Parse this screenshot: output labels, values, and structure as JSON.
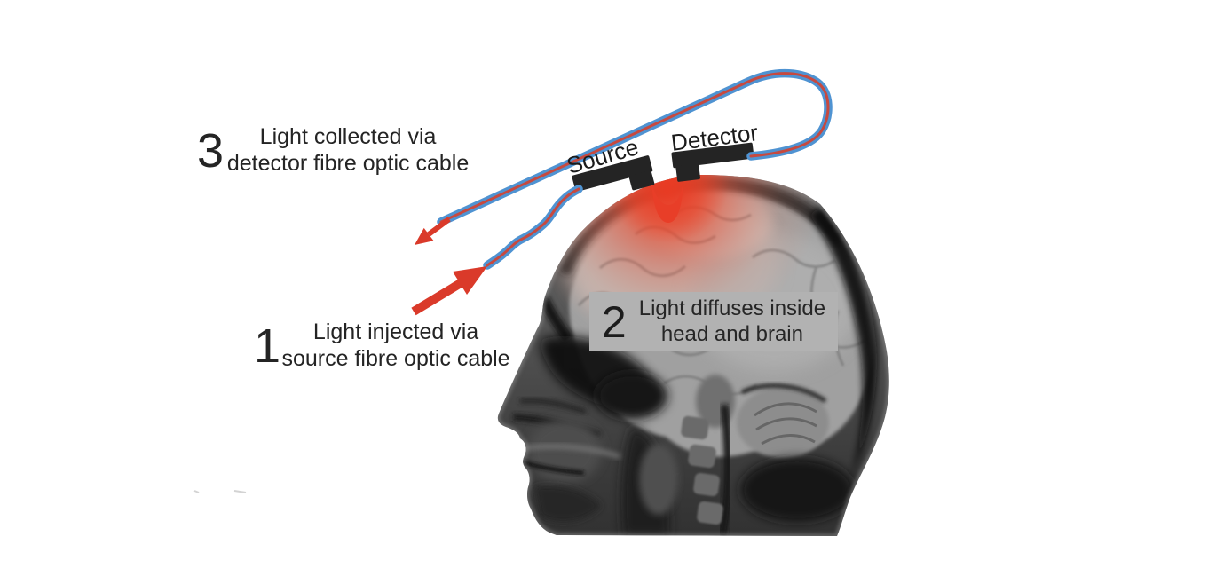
{
  "steps": {
    "collected": {
      "number": "3",
      "line1": "Light collected via",
      "line2": "detector fibre optic cable"
    },
    "injected": {
      "number": "1",
      "line1": "Light injected via",
      "line2": "source fibre optic cable"
    },
    "diffuse": {
      "number": "2",
      "line1": "Light diffuses inside",
      "line2": "head and brain"
    }
  },
  "optode_labels": {
    "source": "Source",
    "detector": "Detector"
  },
  "colors": {
    "background": "#ffffff",
    "cable_blue": "#4f93d2",
    "cable_core_red": "#c7493f",
    "arrow_red": "#da3a2a",
    "glow_red": "#e83e28",
    "annotation_box_bg": "#b2b2b2",
    "optode_black": "#242424",
    "text": "#242424"
  }
}
